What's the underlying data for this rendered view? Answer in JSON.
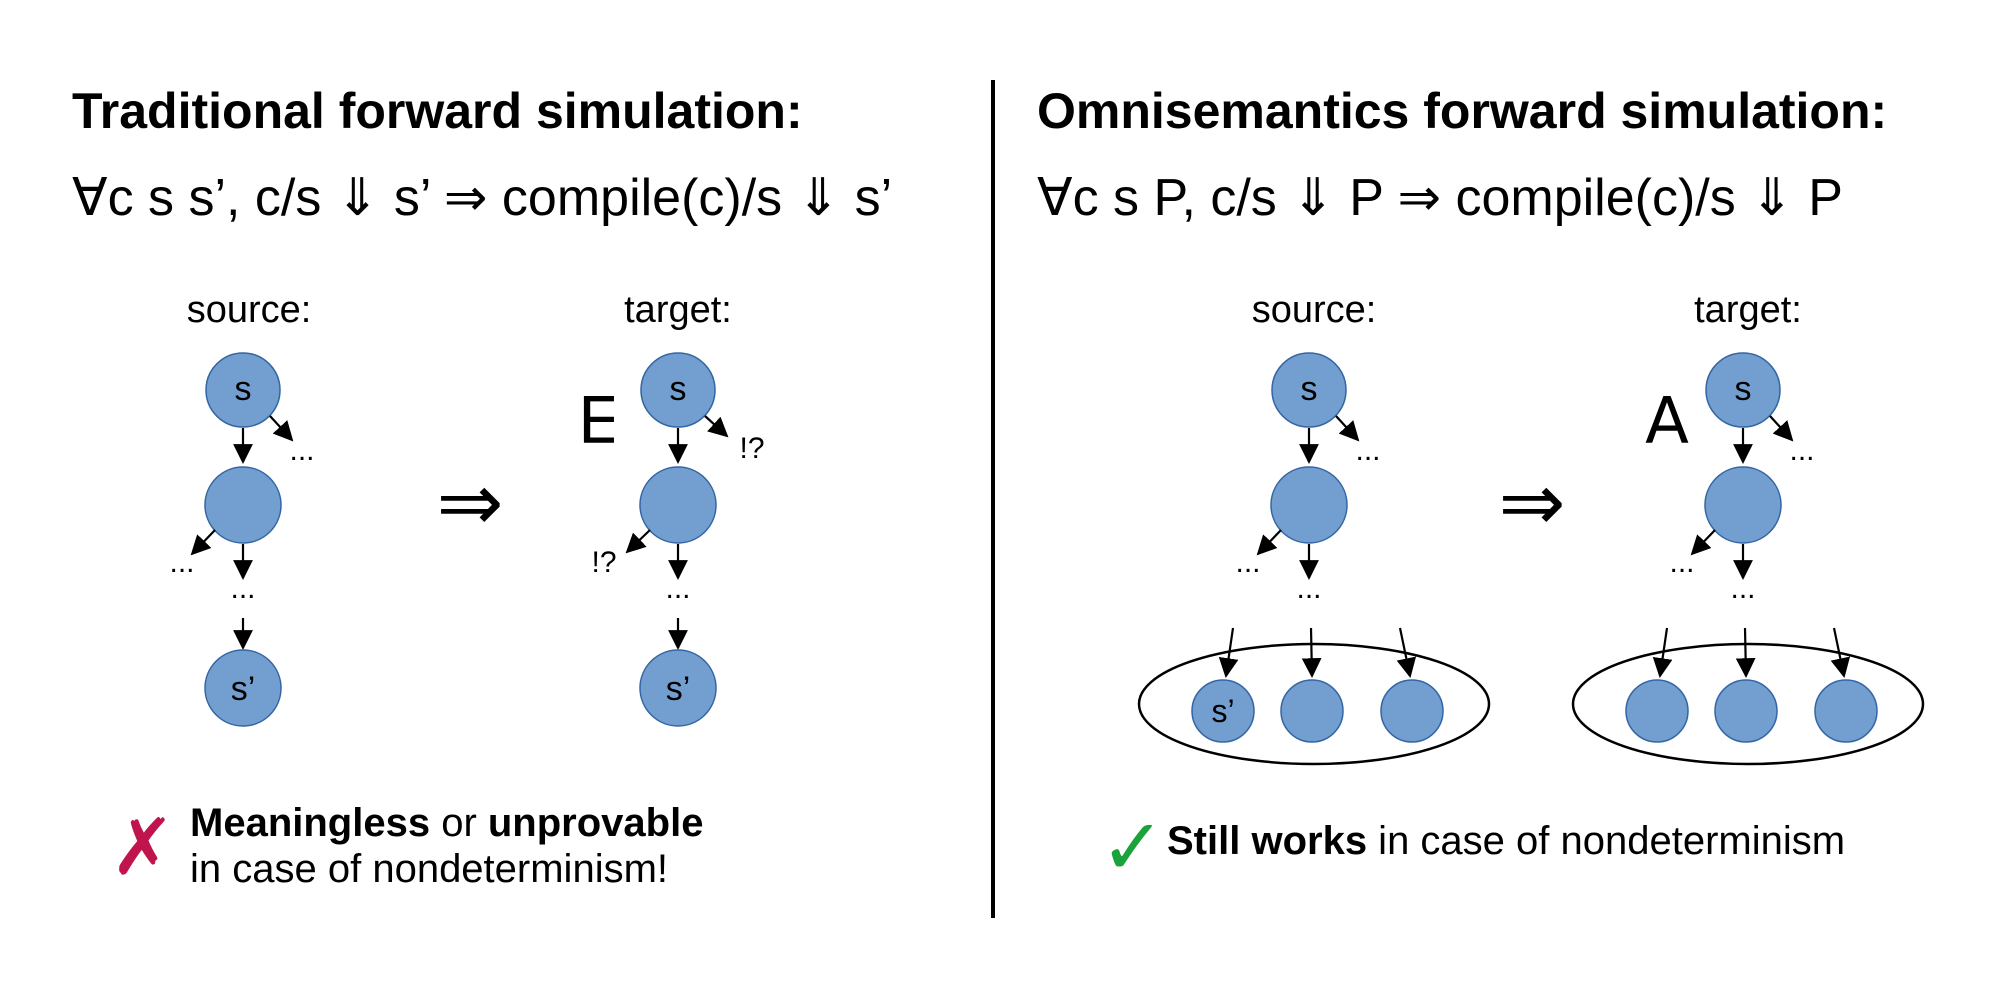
{
  "left": {
    "title": "Traditional forward simulation:",
    "formula": "∀c s s’, c/s ⇓ s’ ⇒ compile(c)/s ⇓ s’",
    "source_label": "source:",
    "target_label": "target:",
    "state_start": "s",
    "state_end": "s’",
    "exists_symbol": "∃",
    "implies_symbol": "⇒",
    "ellipsis": "...",
    "unknown": "!?",
    "result_mark": "✗",
    "result_mark_color": "#c0144c",
    "result_bold_1": "Meaningless",
    "result_mid": " or ",
    "result_bold_2": "unprovable",
    "result_line2": "in case of nondeterminism!"
  },
  "right": {
    "title": "Omnisemantics forward simulation:",
    "formula": "∀c s P, c/s ⇓ P ⇒ compile(c)/s ⇓ P",
    "source_label": "source:",
    "target_label": "target:",
    "state_start": "s",
    "state_end": "s’",
    "forall_symbol": "∀",
    "implies_symbol": "⇒",
    "ellipsis": "...",
    "result_mark": "✓",
    "result_mark_color": "#1aa33a",
    "result_bold": "Still works",
    "result_rest": " in case of nondeterminism"
  },
  "colors": {
    "node_fill": "#729fcf",
    "node_stroke": "#3465a4"
  }
}
